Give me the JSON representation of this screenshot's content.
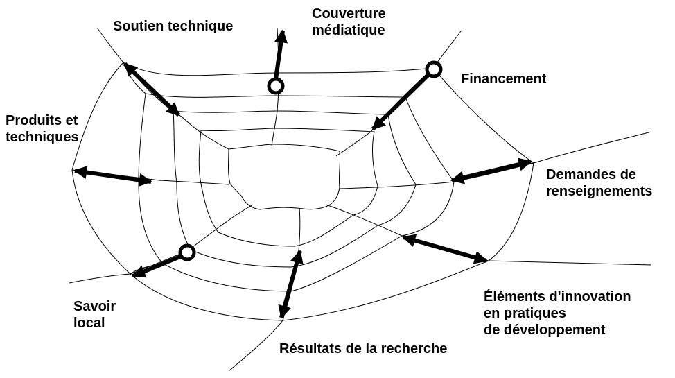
{
  "diagram": {
    "labels": {
      "soutien_technique": "Soutien technique",
      "couverture_mediatique": [
        "Couverture",
        "médiatique"
      ],
      "financement": "Financement",
      "produits_techniques": [
        "Produits et",
        "techniques"
      ],
      "demandes_renseignements": [
        "Demandes de",
        "renseignements"
      ],
      "savoir_local": [
        "Savoir",
        "local"
      ],
      "elements_innovation": [
        "Éléments d'innovation",
        "en pratiques",
        "de développement"
      ],
      "resultats_recherche": "Résultats de la recherche"
    },
    "colors": {
      "line": "#000000",
      "background": "#ffffff"
    }
  }
}
